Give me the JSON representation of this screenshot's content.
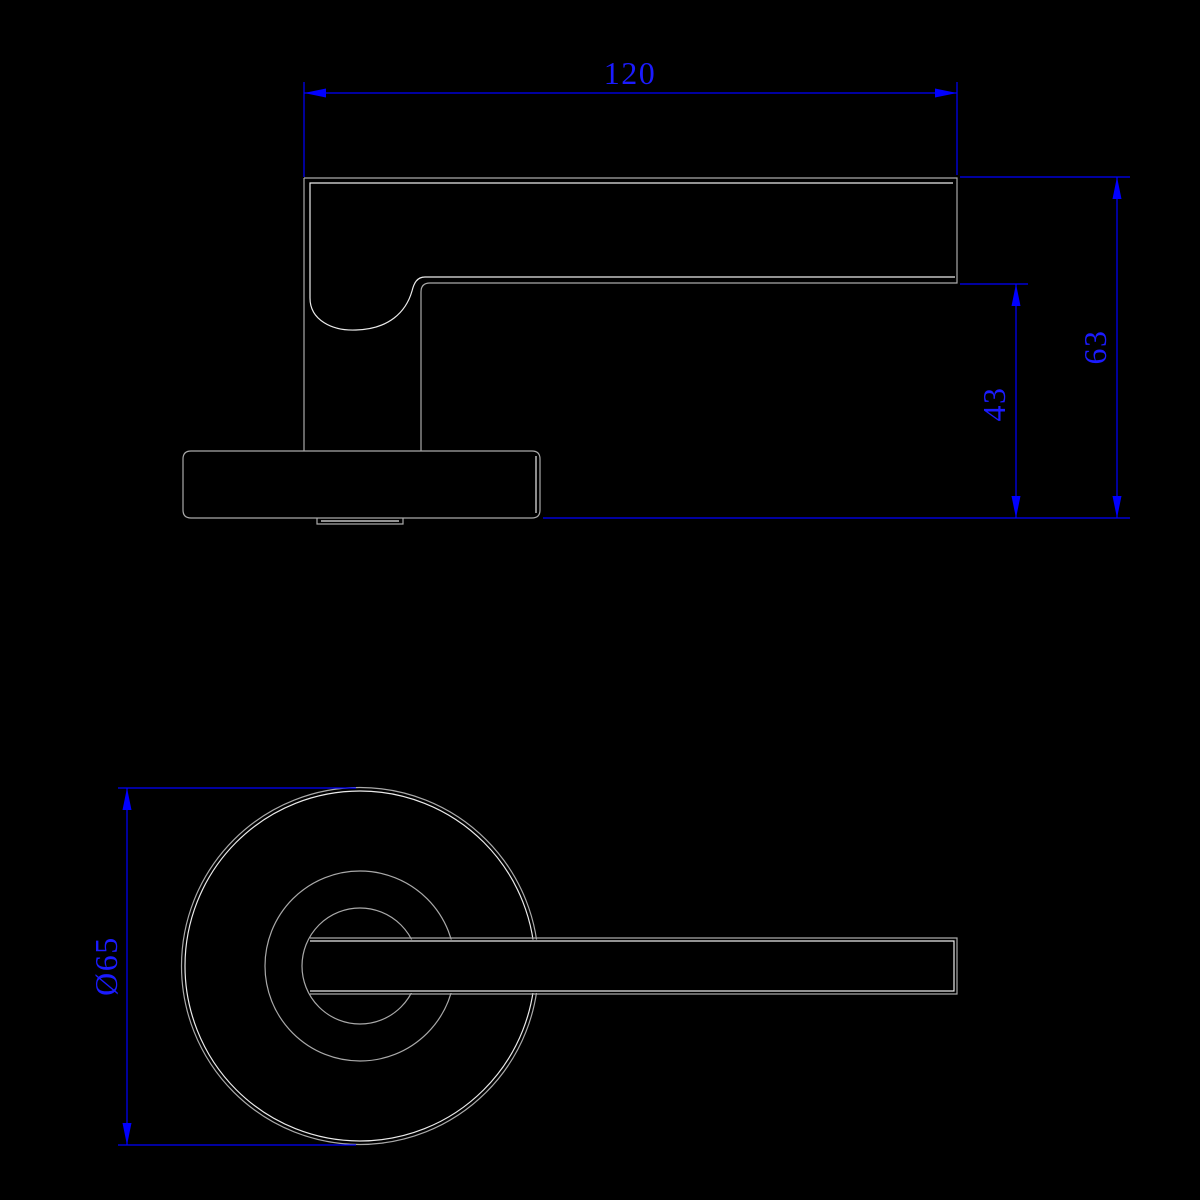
{
  "colors": {
    "background": "#000000",
    "outline_line": "#a9a9a9",
    "highlight_line": "#ebebeb",
    "dimension_line": "#0000ff",
    "dimension_text": "#1b1bff"
  },
  "side_view": {
    "dim_length": "120",
    "dim_height": "63",
    "dim_drop": "43"
  },
  "front_view": {
    "dim_rose_diameter": "Ø65"
  }
}
